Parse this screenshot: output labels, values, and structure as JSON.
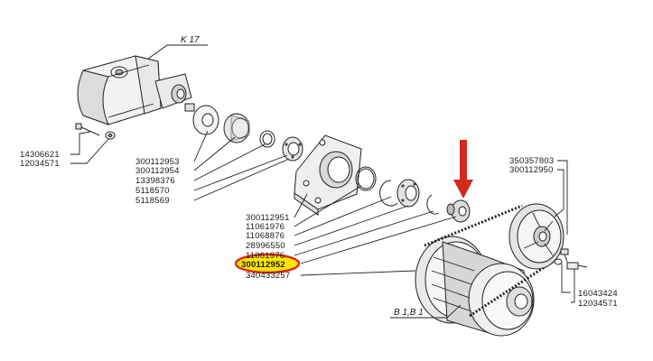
{
  "diagram": {
    "group_refs": {
      "top": "K 17",
      "bottom": "B 1,B 1"
    },
    "labels_left": [
      "14306621",
      "12034571"
    ],
    "labels_mid": [
      "300112953",
      "300112954",
      "13398376",
      "5118570",
      "5118569"
    ],
    "labels_center": [
      "300112951",
      "11061976",
      "11068876",
      "28996550",
      "11061976",
      "300112952",
      "340433257"
    ],
    "labels_right_top": [
      "350357803",
      "300112950"
    ],
    "labels_right_bottom": [
      "16043424",
      "12034571"
    ],
    "highlighted_part": "300112952",
    "colors": {
      "highlight_ring": "#e0261d",
      "highlight_fill": "#ffe600",
      "arrow": "#d42a1e",
      "line": "#222222"
    }
  }
}
